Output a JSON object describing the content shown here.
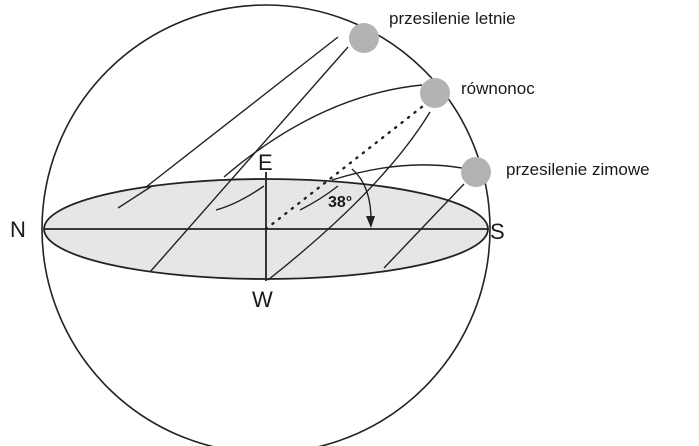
{
  "directions": {
    "north": "N",
    "south": "S",
    "east": "E",
    "west": "W"
  },
  "sun_positions": {
    "summer_solstice": "przesilenie letnie",
    "equinox": "równonoc",
    "winter_solstice": "przesilenie zimowe"
  },
  "angle_label": "38°",
  "colors": {
    "sun": "#b3b3b3",
    "horizon_plane": "#e6e6e6",
    "stroke": "#222222"
  }
}
